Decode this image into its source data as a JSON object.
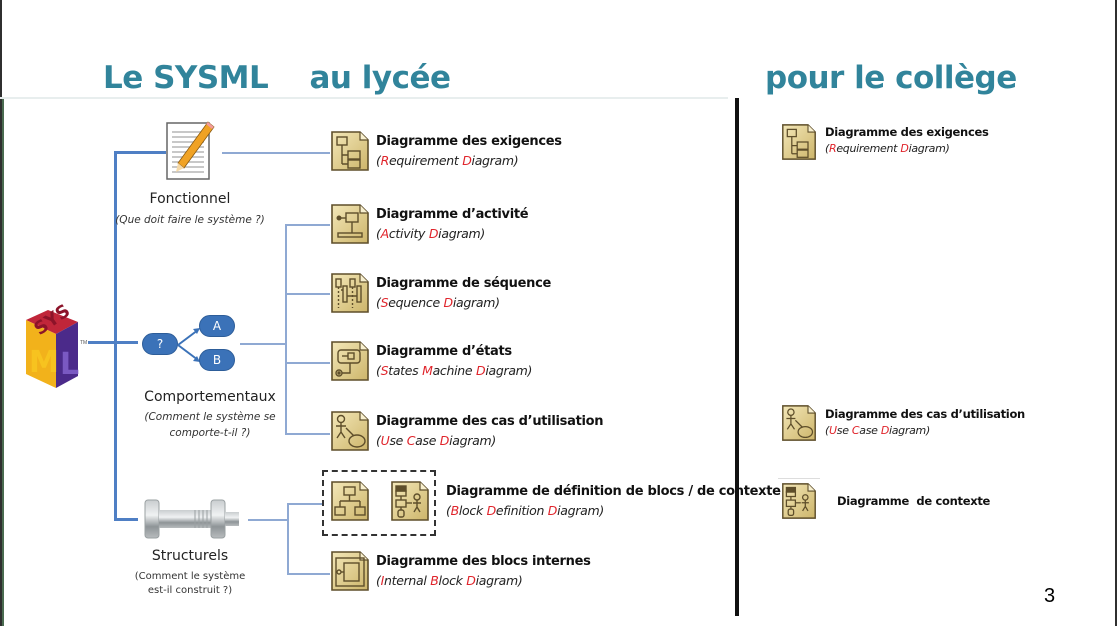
{
  "slide": {
    "title_left_part1": "Le SYSML",
    "title_left_part2": "au lycée",
    "title_right": "pour le collège",
    "page_number": "3",
    "colors": {
      "title": "#31849b",
      "connector": "#4f7fc4",
      "highlight_letter": "#e0242b",
      "icon_fill": "#e6d59a",
      "icon_border": "#5e4e2a"
    }
  },
  "categories": [
    {
      "name": "Fonctionnel",
      "question": "(Que doit faire le système ?)",
      "icon": "pencil-document-icon"
    },
    {
      "name": "Comportementaux",
      "question_line1": "(Comment le système se",
      "question_line2": "comporte-t-il ?)",
      "icon": "decision-flow-icon",
      "flow": {
        "decision": "?",
        "option_a": "A",
        "option_b": "B"
      }
    },
    {
      "name": "Structurels",
      "question_line1": "(Comment le système",
      "question_line2": "est-il construit ?)",
      "icon": "bolt-nut-icon"
    }
  ],
  "lycee_diagrams": [
    {
      "title": "Diagramme des exigences",
      "en_parts": [
        "(",
        "R",
        "equirement ",
        "D",
        "iagram)"
      ],
      "icon": "requirement-diagram-icon"
    },
    {
      "title": "Diagramme d’activité",
      "en_parts": [
        "(",
        "A",
        "ctivity ",
        "D",
        "iagram)"
      ],
      "icon": "activity-diagram-icon"
    },
    {
      "title": "Diagramme de séquence",
      "en_parts": [
        "(",
        "S",
        "equence ",
        "D",
        "iagram)"
      ],
      "icon": "sequence-diagram-icon"
    },
    {
      "title": "Diagramme d’états",
      "en_parts": [
        "(",
        "S",
        "tates ",
        "M",
        "achine ",
        "D",
        "iagram)"
      ],
      "icon": "state-machine-diagram-icon"
    },
    {
      "title": "Diagramme des cas d’utilisation",
      "en_parts": [
        "(",
        "U",
        "se ",
        "C",
        "ase ",
        "D",
        "iagram)"
      ],
      "icon": "use-case-diagram-icon"
    },
    {
      "title": "Diagramme de définition de blocs / de contexte",
      "en_parts": [
        "(",
        "B",
        "lock ",
        "D",
        "efinition ",
        "D",
        "iagram)"
      ],
      "icon": "block-definition-diagram-icon"
    },
    {
      "title": "Diagramme des blocs internes",
      "en_parts": [
        "(",
        "I",
        "nternal ",
        "B",
        "lock ",
        "D",
        "iagram)"
      ],
      "icon": "internal-block-diagram-icon"
    }
  ],
  "college_diagrams": [
    {
      "title": "Diagramme des exigences",
      "en_parts": [
        "(",
        "R",
        "equirement ",
        "D",
        "iagram)"
      ],
      "icon": "requirement-diagram-icon"
    },
    {
      "title": "Diagramme des cas d’utilisation",
      "en_parts": [
        "(",
        "U",
        "se ",
        "C",
        "ase ",
        "D",
        "iagram)"
      ],
      "icon": "use-case-diagram-icon"
    },
    {
      "title": "Diagramme  de contexte",
      "icon": "context-diagram-icon"
    }
  ],
  "logo": {
    "text_top": "SYS",
    "text_bottom": "ML",
    "trademark": "TM"
  }
}
